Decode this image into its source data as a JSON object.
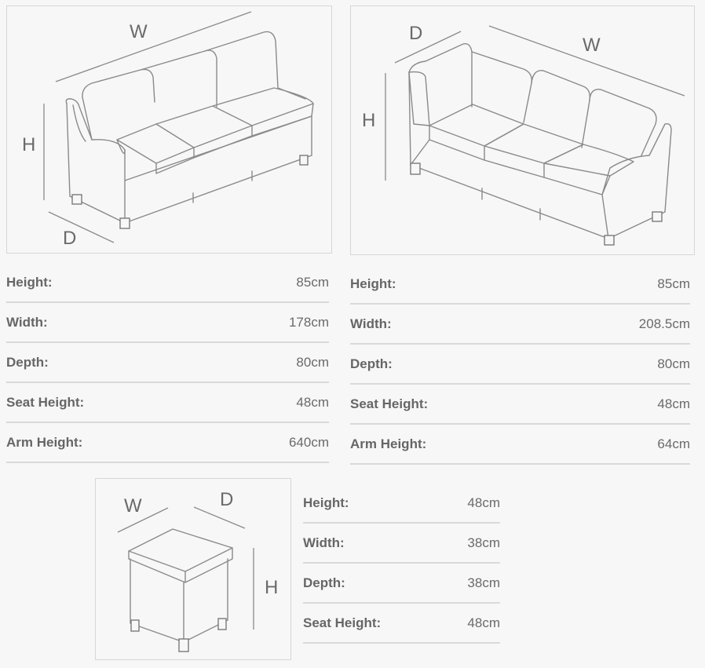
{
  "diagram_labels": {
    "width": "W",
    "height": "H",
    "depth": "D"
  },
  "sofa_3_seater": {
    "specs": [
      {
        "label": "Height:",
        "value": "85cm"
      },
      {
        "label": "Width:",
        "value": "178cm"
      },
      {
        "label": "Depth:",
        "value": "80cm"
      },
      {
        "label": "Seat Height:",
        "value": "48cm"
      },
      {
        "label": "Arm Height:",
        "value": "640cm"
      }
    ]
  },
  "sofa_corner": {
    "specs": [
      {
        "label": "Height:",
        "value": "85cm"
      },
      {
        "label": "Width:",
        "value": "208.5cm"
      },
      {
        "label": "Depth:",
        "value": "80cm"
      },
      {
        "label": "Seat Height:",
        "value": "48cm"
      },
      {
        "label": "Arm Height:",
        "value": "64cm"
      }
    ]
  },
  "footstool": {
    "specs": [
      {
        "label": "Height:",
        "value": "48cm"
      },
      {
        "label": "Width:",
        "value": "38cm"
      },
      {
        "label": "Depth:",
        "value": "38cm"
      },
      {
        "label": "Seat Height:",
        "value": "48cm"
      }
    ]
  },
  "colors": {
    "line": "#8a8a8a",
    "divider": "#d9d9d9",
    "background": "#f7f7f7"
  }
}
